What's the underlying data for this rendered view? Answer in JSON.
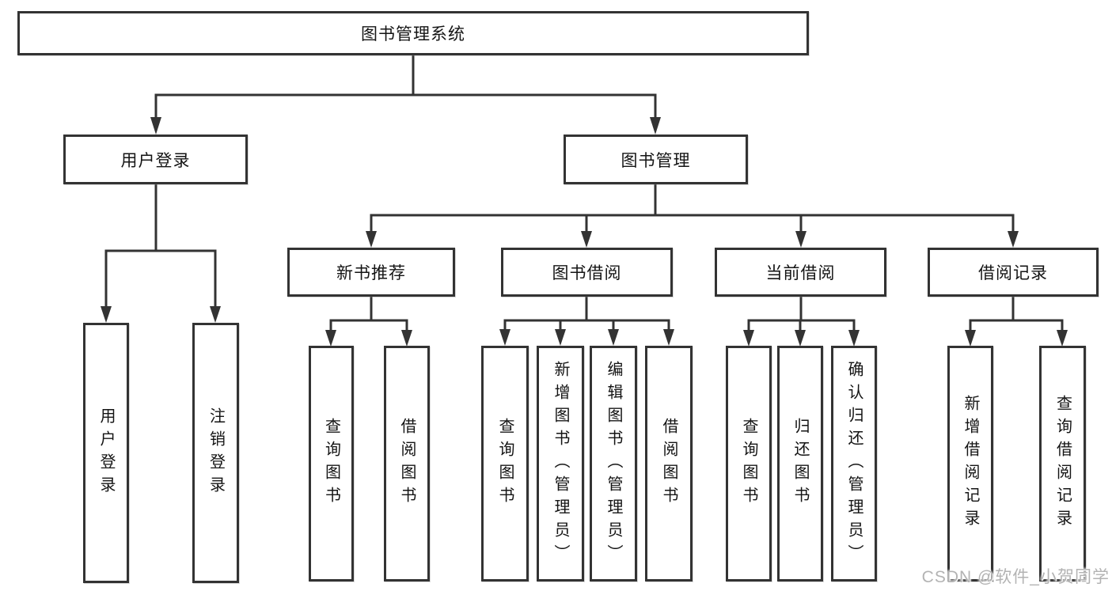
{
  "colors": {
    "line": "#333333",
    "box_border": "#333333",
    "text": "#141414",
    "watermark": "#b3b3b3",
    "background": "#ffffff"
  },
  "diagram": {
    "root_label": "图书管理系统",
    "user_login": {
      "label": "用户登录",
      "children": [
        "用户登录",
        "注销登录"
      ]
    },
    "book_management": {
      "label": "图书管理"
    },
    "sections": [
      {
        "label": "新书推荐",
        "children": [
          "查询图书",
          "借阅图书"
        ]
      },
      {
        "label": "图书借阅",
        "children": [
          "查询图书",
          "新增图书（管理员）",
          "编辑图书（管理员）",
          "借阅图书"
        ]
      },
      {
        "label": "当前借阅",
        "children": [
          "查询图书",
          "归还图书",
          "确认归还（管理员）"
        ]
      },
      {
        "label": "借阅记录",
        "children": [
          "新增借阅记录",
          "查询借阅记录"
        ]
      }
    ]
  },
  "watermark": {
    "text": "CSDN @软件_小贺同学"
  }
}
